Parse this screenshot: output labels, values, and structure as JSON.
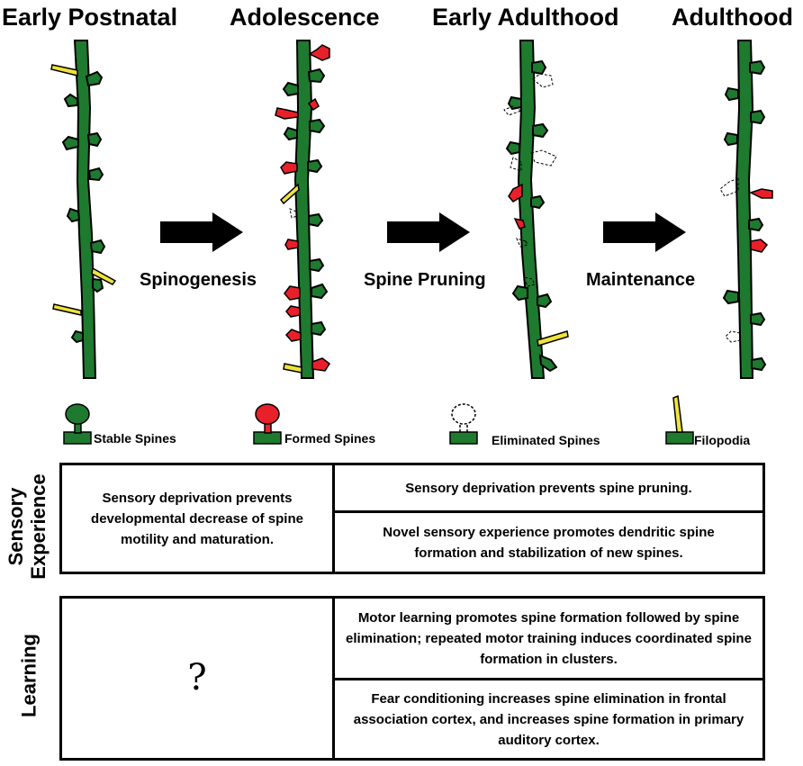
{
  "stages": [
    "Early Postnatal",
    "Adolescence",
    "Early Adulthood",
    "Adulthood"
  ],
  "transitions": [
    "Spinogenesis",
    "Spine Pruning",
    "Maintenance"
  ],
  "legend": {
    "stable": "Stable Spines",
    "formed": "Formed Spines",
    "eliminated": "Eliminated Spines",
    "filopodia": "Filopodia"
  },
  "colors": {
    "dendrite": "#1e7a2e",
    "formed": "#e8202a",
    "filopodia": "#f0e33a",
    "outline": "#000000"
  },
  "sensory": {
    "label_line1": "Sensory",
    "label_line2": "Experience",
    "left": "Sensory deprivation prevents developmental decrease of spine motility and maturation.",
    "right_top": "Sensory deprivation prevents spine pruning.",
    "right_bottom": "Novel sensory experience promotes dendritic spine formation and stabilization of new spines."
  },
  "learning": {
    "label": "Learning",
    "left": "?",
    "right_top": "Motor learning promotes spine formation followed by spine elimination; repeated motor training induces coordinated spine formation in clusters.",
    "right_bottom": "Fear conditioning increases spine elimination in frontal association cortex, and increases spine formation in primary auditory cortex."
  }
}
